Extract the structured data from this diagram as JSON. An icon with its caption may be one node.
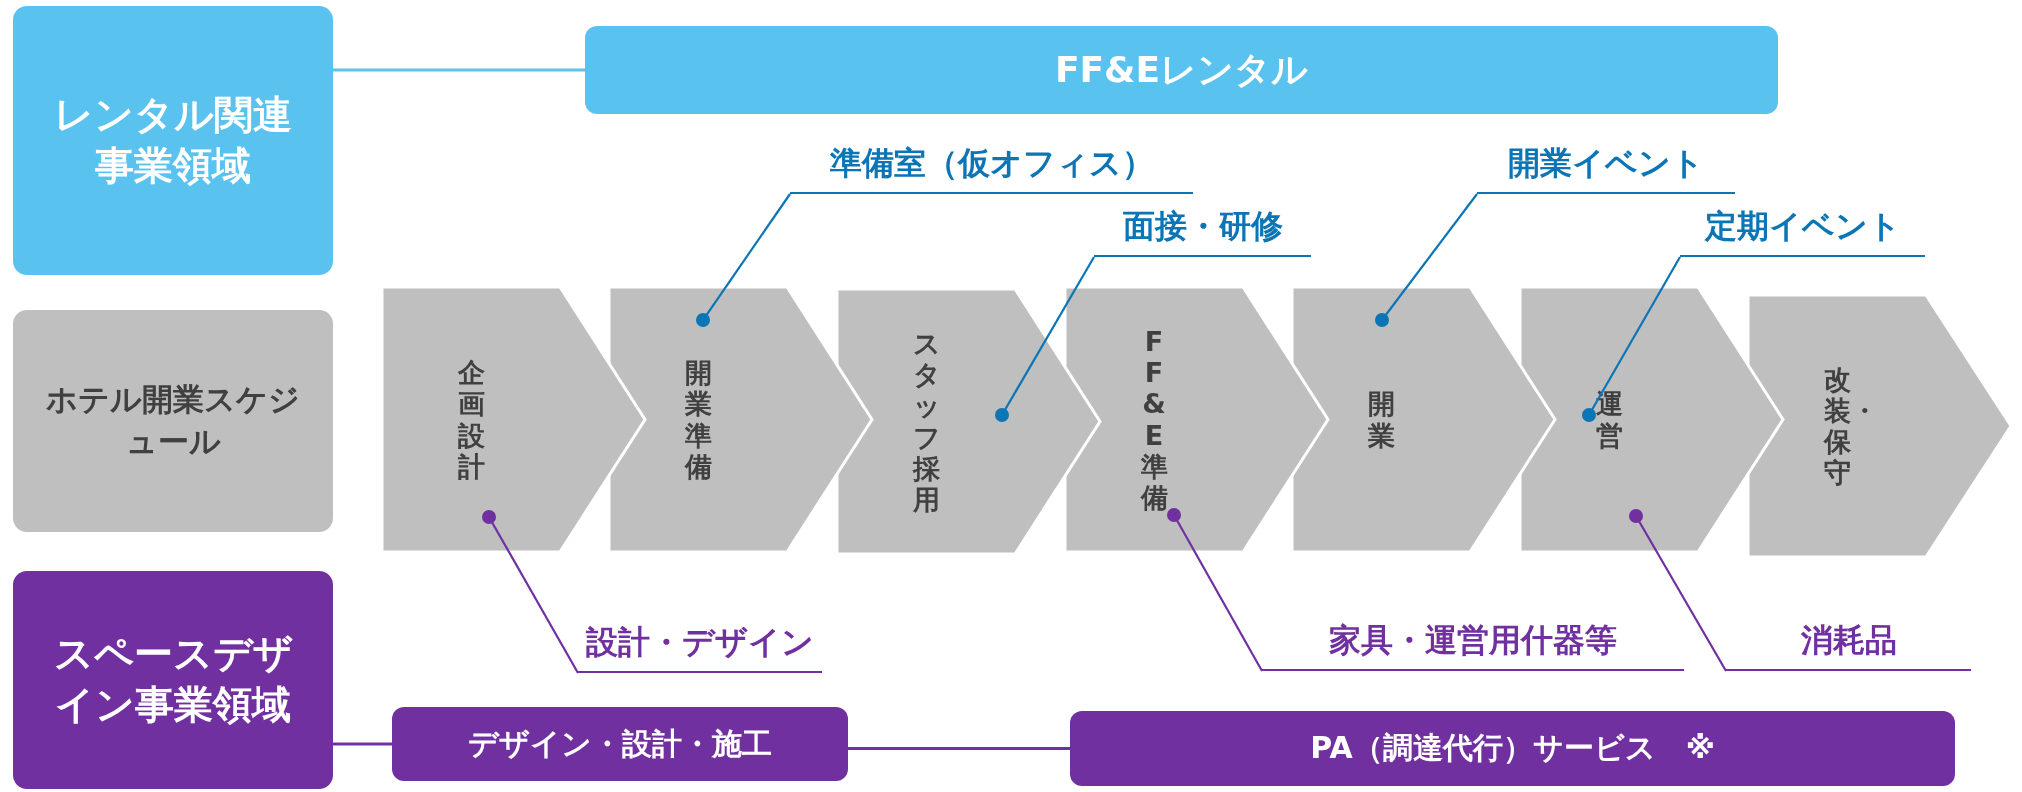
{
  "diagram": {
    "nodes": [
      {
        "text": [
          "レンタル関連事業領域"
        ]
      },
      {
        "text": [
          "FF&Eレンタル"
        ]
      },
      {
        "text": [
          "準備室（仮オフィス）"
        ]
      },
      {
        "text": [
          "開業イベント"
        ]
      },
      {
        "text": [
          "面接・研修"
        ]
      },
      {
        "text": [
          "定期イベント"
        ]
      },
      {
        "text": [
          "ホテル開業スケジュール"
        ]
      },
      {
        "text": [
          "企画設計"
        ]
      },
      {
        "text": [
          "開業準備"
        ]
      },
      {
        "text": [
          "スタッフ採用"
        ]
      },
      {
        "text": [
          "FF&E 準備"
        ]
      },
      {
        "text": [
          "開業"
        ]
      },
      {
        "text": [
          "運営"
        ]
      },
      {
        "text": [
          "改装・保守"
        ]
      },
      {
        "text": [
          "設計・デザイン"
        ]
      },
      {
        "text": [
          "家具・運営用什器等"
        ]
      },
      {
        "text": [
          "消耗品"
        ]
      },
      {
        "text": [
          "スペースデザイン事業領域"
        ]
      },
      {
        "text": [
          "デザイン・設計・施工"
        ]
      },
      {
        "text": [
          "PA（調達代行）サービス　※"
        ]
      }
    ],
    "edges": [
      {
        "from": 0,
        "to": 1,
        "arrow": "none",
        "color": "#59c2ef"
      },
      {
        "from": 2,
        "to": 8,
        "arrow": "other",
        "color": "#0b75b5"
      },
      {
        "from": 4,
        "to": 9,
        "arrow": "other",
        "color": "#0b75b5"
      },
      {
        "from": 3,
        "to": 11,
        "arrow": "other",
        "color": "#0b75b5"
      },
      {
        "from": 5,
        "to": 12,
        "arrow": "other",
        "color": "#0b75b5"
      },
      {
        "from": 14,
        "to": 7,
        "arrow": "other"
      },
      {
        "from": 15,
        "to": 10,
        "arrow": "other"
      },
      {
        "from": 16,
        "to": 12,
        "arrow": "other"
      },
      {
        "from": 17,
        "to": 18,
        "arrow": "none"
      },
      {
        "from": 18,
        "to": 19,
        "arrow": "none"
      }
    ]
  }
}
